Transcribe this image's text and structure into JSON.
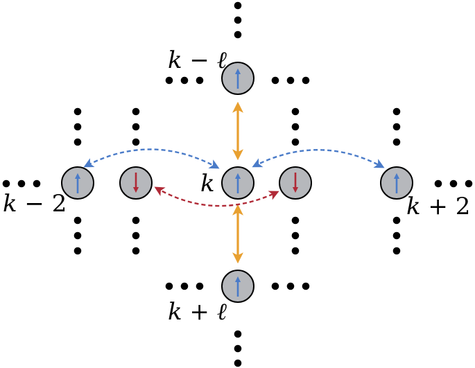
{
  "labels": {
    "k_minus_l": {
      "var": "k",
      "op": " − ",
      "sym": "ℓ"
    },
    "k_plus_l": {
      "var": "k",
      "op": " + ",
      "sym": "ℓ"
    },
    "k": {
      "var": "k"
    },
    "k_minus_2": {
      "var": "k",
      "op": " − ",
      "num": "2"
    },
    "k_plus_2": {
      "var": "k",
      "op": " + ",
      "num": "2"
    }
  },
  "colors": {
    "site_fill": "#b6b8bc",
    "site_stroke": "#000000",
    "spin_up": "#4a7bc8",
    "spin_down": "#b02a37",
    "vertical_coupling": "#e8a030",
    "same_spin_hop": "#4a7bc8",
    "opposite_spin_hop": "#b02a37",
    "dots": "#000000"
  },
  "sites": [
    {
      "id": "k-minus-l",
      "spin": "up"
    },
    {
      "id": "k-minus-2",
      "spin": "up"
    },
    {
      "id": "k-minus-1",
      "spin": "down"
    },
    {
      "id": "k",
      "spin": "up"
    },
    {
      "id": "k-plus-1",
      "spin": "down"
    },
    {
      "id": "k-plus-2",
      "spin": "up"
    },
    {
      "id": "k-plus-l",
      "spin": "up"
    }
  ],
  "couplings": [
    {
      "id": "vertical-top",
      "style": "solid",
      "color": "vertical_coupling"
    },
    {
      "id": "vertical-bottom",
      "style": "solid",
      "color": "vertical_coupling"
    },
    {
      "id": "hop-left-up",
      "style": "dashed",
      "color": "same_spin_hop"
    },
    {
      "id": "hop-right-up",
      "style": "dashed",
      "color": "same_spin_hop"
    },
    {
      "id": "hop-down",
      "style": "dashed",
      "color": "opposite_spin_hop"
    }
  ],
  "continuation_marker": "ellipsis-dots"
}
